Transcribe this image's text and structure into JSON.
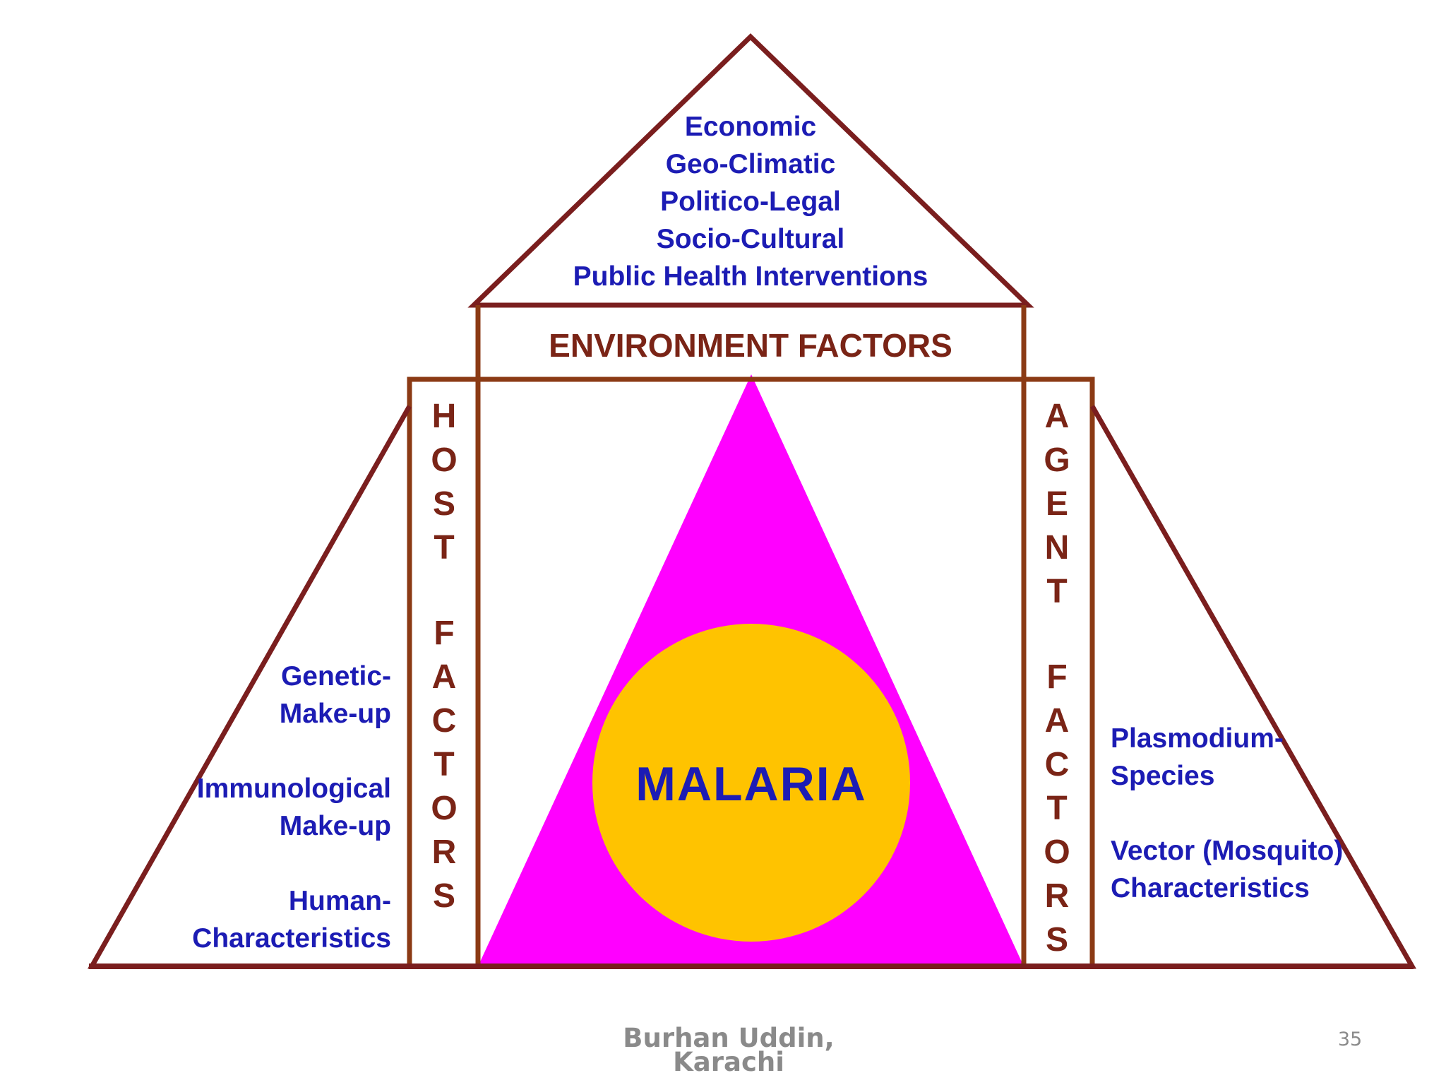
{
  "colors": {
    "frame": "#7a1e1e",
    "inner_border": "#8b3a14",
    "blue_text": "#1c1cb4",
    "brown_text": "#7a2416",
    "magenta": "#ff00ff",
    "gold": "#ffc300",
    "footer_text": "#8a8a8a"
  },
  "environment": {
    "items": [
      "Economic",
      "Geo-Climatic",
      "Politico-Legal",
      "Socio-Cultural",
      "Public Health Interventions"
    ],
    "label": "ENVIRONMENT FACTORS"
  },
  "host": {
    "word1": [
      "H",
      "O",
      "S",
      "T"
    ],
    "word2": [
      "F",
      "A",
      "C",
      "T",
      "O",
      "R",
      "S"
    ],
    "items": [
      [
        "Genetic-",
        "Make-up"
      ],
      [
        "Immunological",
        "Make-up"
      ],
      [
        "Human-",
        "Characteristics"
      ]
    ]
  },
  "agent": {
    "word1": [
      "A",
      "G",
      "E",
      "N",
      "T"
    ],
    "word2": [
      "F",
      "A",
      "C",
      "T",
      "O",
      "R",
      "S"
    ],
    "items": [
      [
        "Plasmodium-",
        "Species"
      ],
      [
        "Vector (Mosquito)",
        "Characteristics"
      ]
    ]
  },
  "center": {
    "label": "MALARIA"
  },
  "footer": {
    "author_line1": "Burhan Uddin,",
    "author_line2": "Karachi",
    "page_number": "35"
  }
}
